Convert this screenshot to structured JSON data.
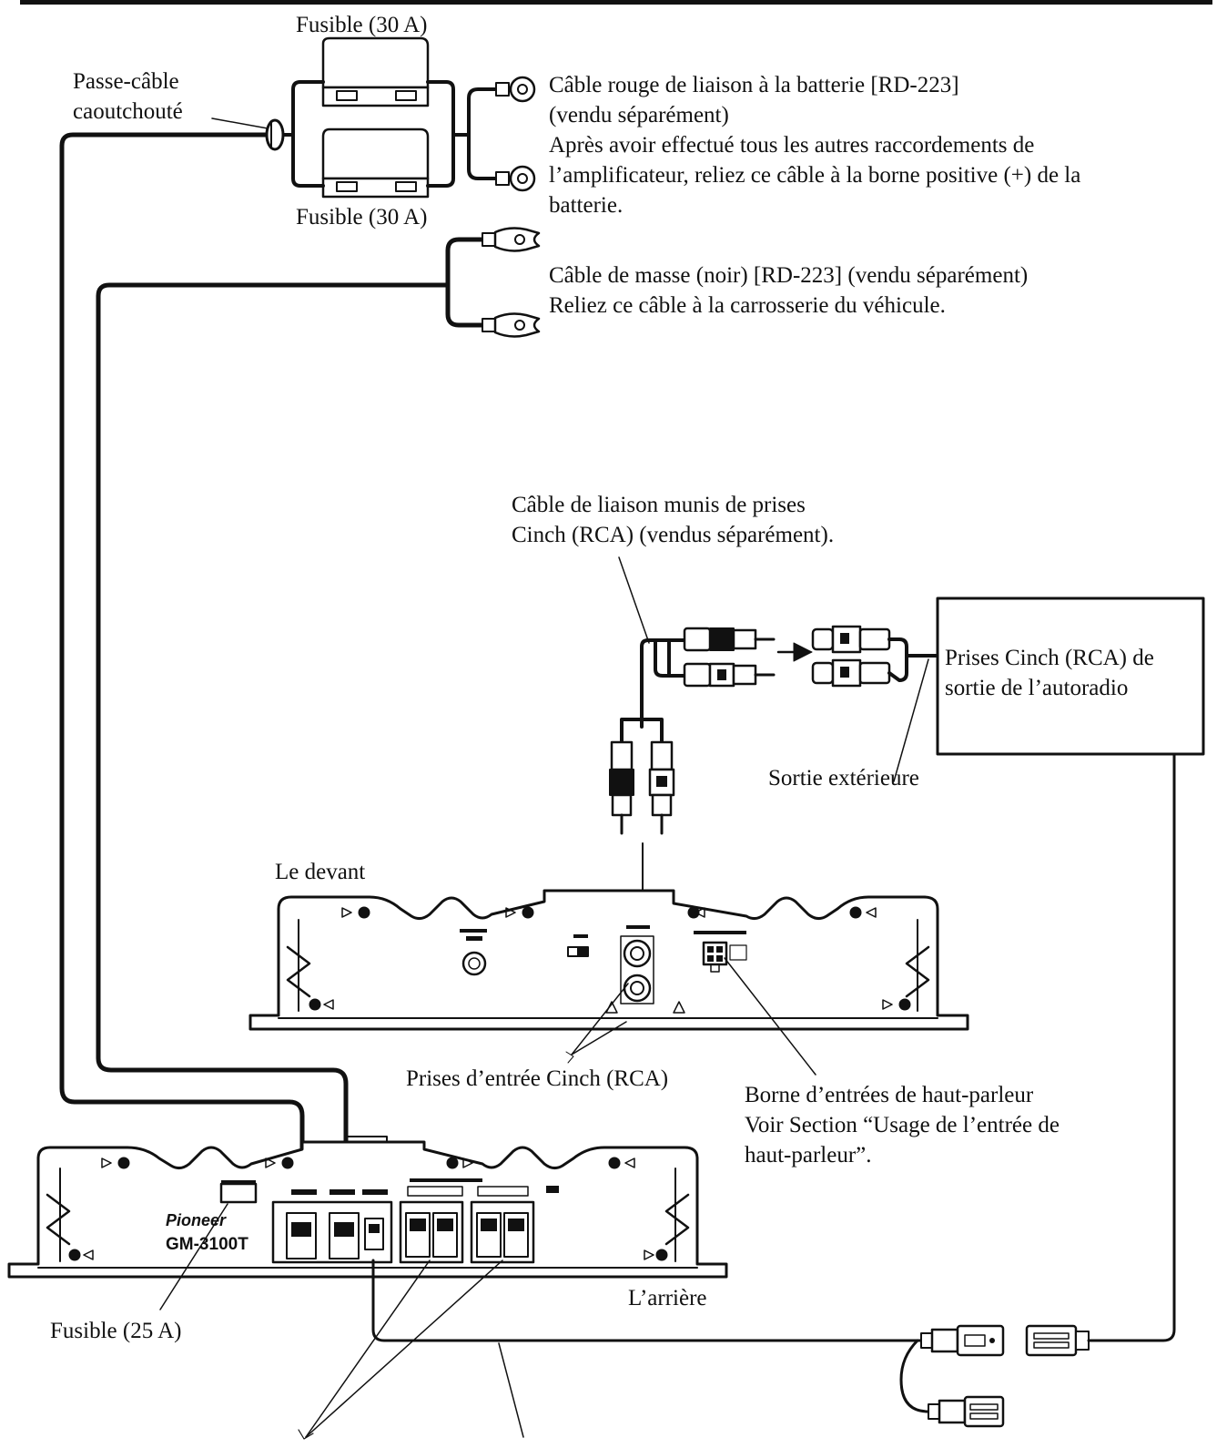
{
  "labels": {
    "fuse_top": "Fusible (30 A)",
    "fuse_bottom": "Fusible (30 A)",
    "grommet_line1": "Passe-câble",
    "grommet_line2": "caoutchouté",
    "battery_line1": "Câble rouge de liaison à la batterie [RD-223]",
    "battery_line2": "(vendu séparément)",
    "battery_line3": "Après avoir effectué tous les autres raccordements de",
    "battery_line4": "l’amplificateur, reliez ce câble à la borne positive (+) de la",
    "battery_line5": "batterie.",
    "ground_line1": "Câble de masse (noir) [RD-223] (vendu séparément)",
    "ground_line2": "Reliez ce câble à la carrosserie du véhicule.",
    "rca_cable_line1": "Câble de liaison munis de prises",
    "rca_cable_line2": "Cinch (RCA) (vendus séparément).",
    "headunit_line1": "Prises Cinch (RCA) de",
    "headunit_line2": "sortie de l’autoradio",
    "external_output": "Sortie extérieure",
    "front": "Le devant",
    "rca_inputs": "Prises d’entrée Cinch (RCA)",
    "speaker_input_line1": "Borne d’entrées de haut-parleur",
    "speaker_input_line2": "Voir Section “Usage de l’entrée de",
    "speaker_input_line3": "haut-parleur”.",
    "rear": "L’arrière",
    "fuse_25": "Fusible (25 A)"
  },
  "amplifier": {
    "brand": "Pioneer",
    "model": "GM-3100T"
  }
}
